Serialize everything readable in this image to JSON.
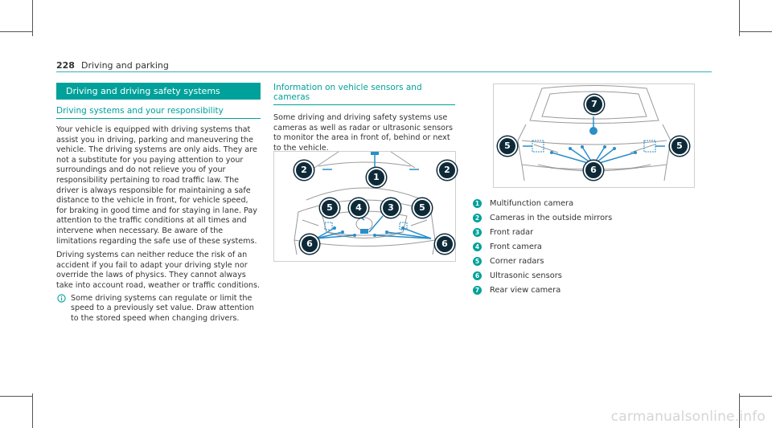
{
  "header": {
    "page_number": "228",
    "section": "Driving and parking"
  },
  "left_column": {
    "bar_title": "Driving and driving safety systems",
    "subheading": "Driving systems and your responsibility",
    "paragraph1": "Your vehicle is equipped with driving systems that assist you in driving, parking and maneuvering the vehicle. The driving systems are only aids. They are not a substitute for you paying attention to your surroundings and do not relieve you of your responsibility pertaining to road traffic law. The driver is always responsible for maintaining a safe distance to the vehicle in front, for vehicle speed, for braking in good time and for staying in lane. Pay attention to the traffic conditions at all times and intervene when necessary. Be aware of the limitations regarding the safe use of these systems.",
    "paragraph2": "Driving systems can neither reduce the risk of an accident if you fail to adapt your driving style nor override the laws of physics. They cannot always take into account road, weather or traffic conditions.",
    "note": "Some driving systems can regulate or limit the speed to a previously set value. Draw attention to the stored speed when changing drivers."
  },
  "middle_column": {
    "subheading": "Information on vehicle sensors and cameras",
    "paragraph": "Some driving and driving safety systems use cameras as well as radar or ultrasonic sensors to monitor the area in front of, behind or next to the vehicle."
  },
  "front_figure": {
    "callouts": [
      "2",
      "1",
      "2",
      "5",
      "4",
      "3",
      "5",
      "6",
      "6"
    ]
  },
  "rear_figure": {
    "callouts": [
      "7",
      "5",
      "5",
      "6"
    ]
  },
  "legend": [
    {
      "num": "1",
      "label": "Multifunction camera"
    },
    {
      "num": "2",
      "label": "Cameras in the outside mirrors"
    },
    {
      "num": "3",
      "label": "Front radar"
    },
    {
      "num": "4",
      "label": "Front camera"
    },
    {
      "num": "5",
      "label": "Corner radars"
    },
    {
      "num": "6",
      "label": "Ultrasonic sensors"
    },
    {
      "num": "7",
      "label": "Rear view camera"
    }
  ],
  "watermark": "carmanualsonline.info",
  "colors": {
    "accent": "#00a19a",
    "callout": "#0e2a39"
  },
  "icons": {
    "note": "info-circle-icon"
  }
}
